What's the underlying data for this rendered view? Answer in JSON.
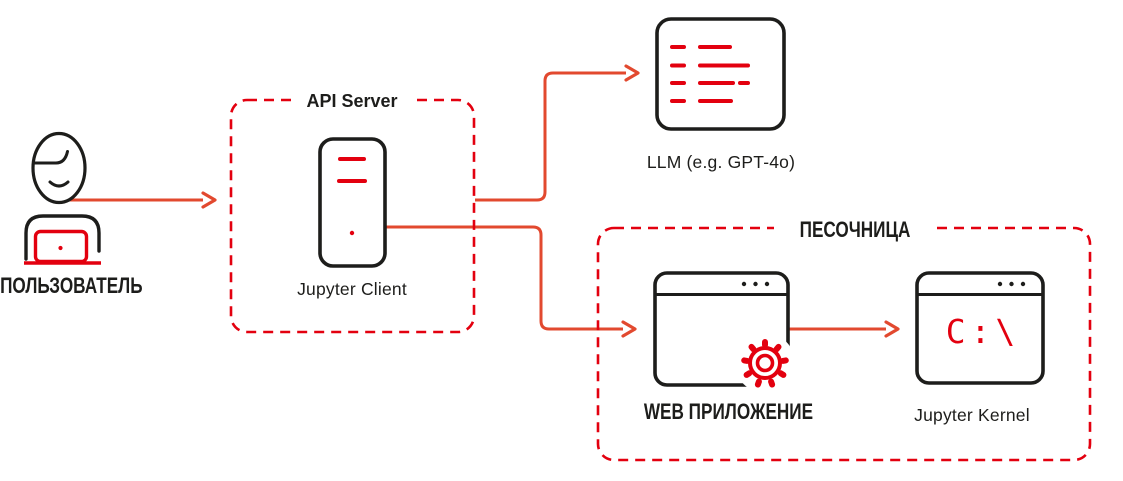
{
  "colors": {
    "accent_red": "#e3000f",
    "arrow_orange": "#e2492f",
    "ink_black": "#1d1d1b"
  },
  "user": {
    "label": "ПОЛЬЗОВАТЕЛЬ"
  },
  "api_server": {
    "title": "API Server",
    "node_label": "Jupyter Client"
  },
  "llm": {
    "label": "LLM (e.g. GPT-4o)"
  },
  "sandbox": {
    "title": "ПЕСОЧНИЦА",
    "webapp": {
      "label": "WEB ПРИЛОЖЕНИЕ"
    },
    "kernel": {
      "label": "Jupyter Kernel",
      "terminal_text": "C:\\"
    }
  },
  "icons": {
    "user": "person-with-laptop-icon",
    "api_server_node": "server-icon",
    "llm": "document-lines-icon",
    "webapp": "browser-window-gear-icon",
    "kernel": "terminal-window-icon"
  }
}
